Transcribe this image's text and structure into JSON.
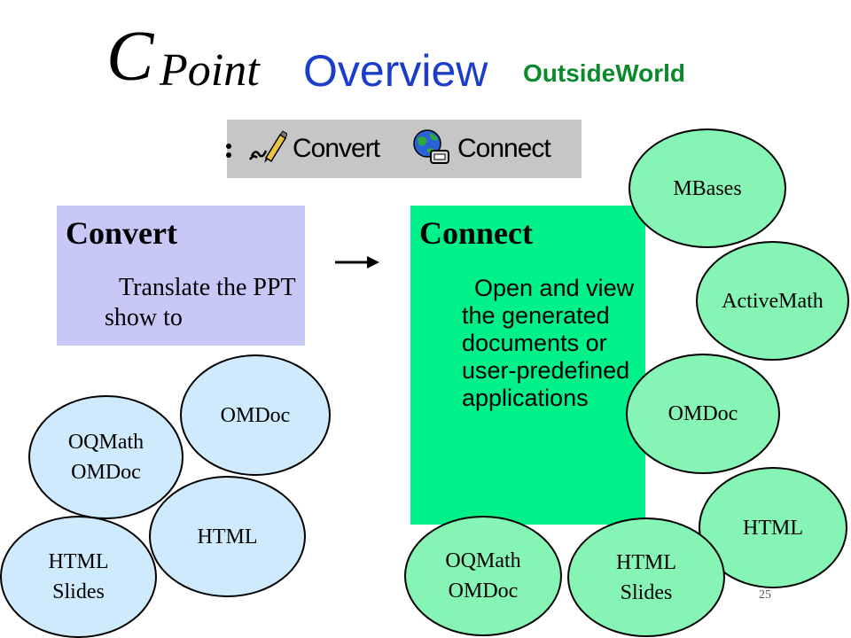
{
  "title": {
    "c": "C",
    "point": "Point",
    "overview": "Overview",
    "outside": "OutsideWorld"
  },
  "toolbar": {
    "convert_label": "Convert",
    "connect_label": "Connect",
    "convert_icon": "pencil-icon",
    "connect_icon": "globe-icon"
  },
  "convert": {
    "heading": "Convert",
    "description": "Translate the PPT show to"
  },
  "connect": {
    "heading": "Connect",
    "description": "Open and view the generated documents or user-predefined applications"
  },
  "convert_targets": [
    {
      "label": "OMDoc"
    },
    {
      "label": "OQMath\nOMDoc"
    },
    {
      "label": "HTML"
    },
    {
      "label": "HTML\nSlides"
    }
  ],
  "connect_targets": [
    {
      "label": "MBases"
    },
    {
      "label": "ActiveMath"
    },
    {
      "label": "OMDoc"
    },
    {
      "label": "HTML"
    },
    {
      "label": "OQMath\nOMDoc"
    },
    {
      "label": "HTML\nSlides"
    }
  ],
  "page_number": "25",
  "colors": {
    "convert_box": "#c8c8f6",
    "connect_box": "#00f08a",
    "convert_ellipse": "#cfeafc",
    "connect_ellipse": "#86f4b4",
    "overview_text": "#1a3dcc",
    "outside_text": "#0a8a2a"
  }
}
